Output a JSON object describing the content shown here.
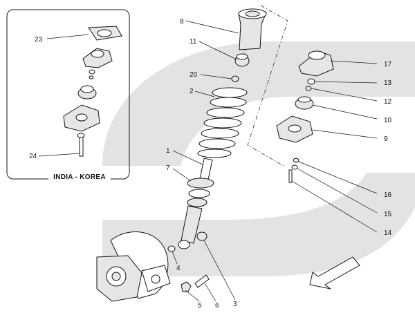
{
  "colors": {
    "watermark": "#e3e3e3",
    "line": "#111111",
    "background": "#ffffff"
  },
  "inset": {
    "title": "INDIA - KOREA",
    "callouts": [
      "23",
      "24"
    ]
  },
  "callouts": [
    "1",
    "2",
    "3",
    "4",
    "5",
    "6",
    "7",
    "8",
    "9",
    "10",
    "11",
    "12",
    "13",
    "14",
    "15",
    "16",
    "17",
    "20"
  ],
  "direction_indicator": "front-arrow"
}
